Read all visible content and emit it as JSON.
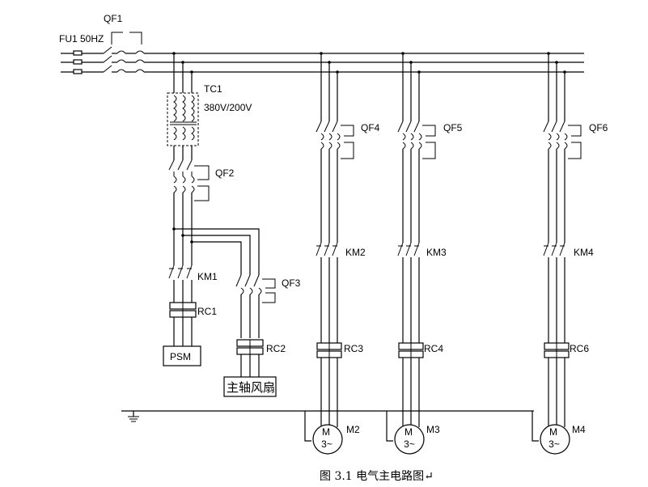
{
  "labels": {
    "qf1": "QF1",
    "fu1": "FU1 50HZ",
    "tc1": "TC1",
    "tc1_rating": "380V/200V",
    "qf2": "QF2",
    "km1": "KM1",
    "rc1": "RC1",
    "psm": "PSM",
    "qf3": "QF3",
    "rc2": "RC2",
    "fan": "主轴风扇",
    "qf4": "QF4",
    "qf5": "QF5",
    "qf6": "QF6",
    "km2": "KM2",
    "km3": "KM3",
    "km4": "KM4",
    "rc3": "RC3",
    "rc4": "RC4",
    "rc6": "RC6",
    "m2": "M2",
    "m3": "M3",
    "m4": "M4",
    "motor_m": "M",
    "motor_3": "3~"
  },
  "caption": "图 3.1  电气主电路图↵"
}
